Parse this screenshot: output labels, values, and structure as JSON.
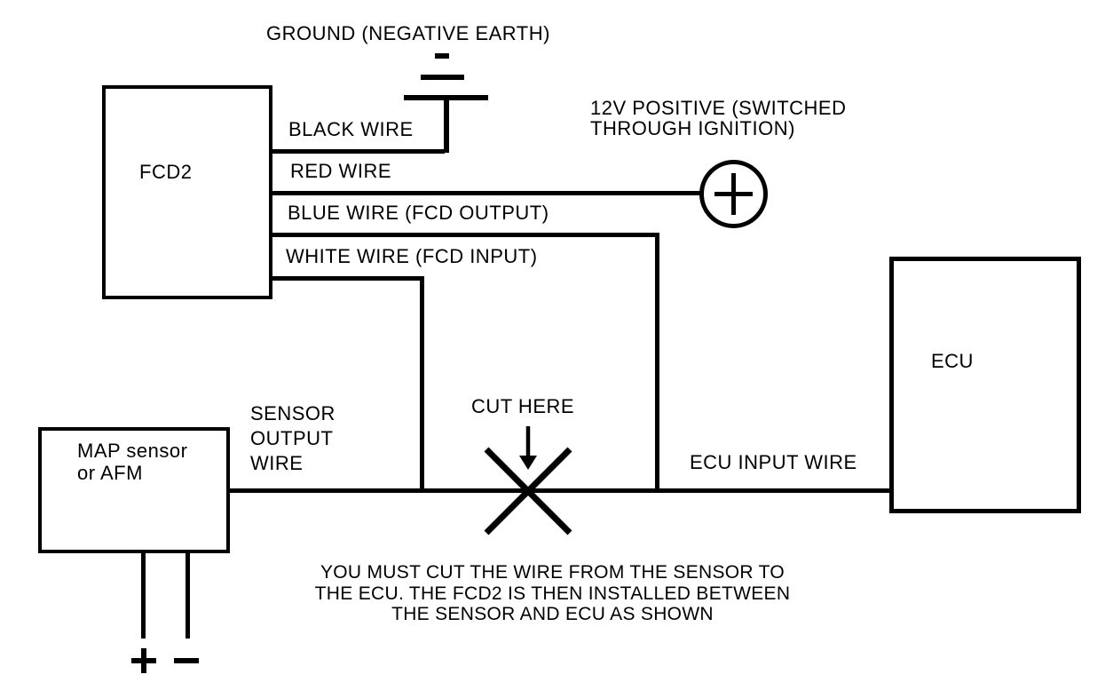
{
  "colors": {
    "ink": "#000000",
    "background": "#ffffff"
  },
  "diagram": {
    "ground_label": "GROUND (NEGATIVE EARTH)",
    "power_label_line1": "12V POSITIVE (SWITCHED",
    "power_label_line2": "THROUGH IGNITION)",
    "fcd2_label": "FCD2",
    "ecu_label": "ECU",
    "map_label_line1": "MAP sensor",
    "map_label_line2": "or AFM",
    "black_wire_label": "BLACK WIRE",
    "red_wire_label": "RED WIRE",
    "blue_wire_label": "BLUE WIRE (FCD OUTPUT)",
    "white_wire_label": "WHITE WIRE (FCD INPUT)",
    "sensor_output_label_line1": "SENSOR",
    "sensor_output_label_line2": "OUTPUT",
    "sensor_output_label_line3": "WIRE",
    "ecu_input_label": "ECU INPUT WIRE",
    "cut_here_label": "CUT HERE",
    "note_line1": "YOU MUST CUT THE WIRE FROM THE SENSOR TO",
    "note_line2": "THE ECU. THE FCD2 IS THEN INSTALLED BETWEEN",
    "note_line3": "THE SENSOR AND ECU AS SHOWN"
  }
}
